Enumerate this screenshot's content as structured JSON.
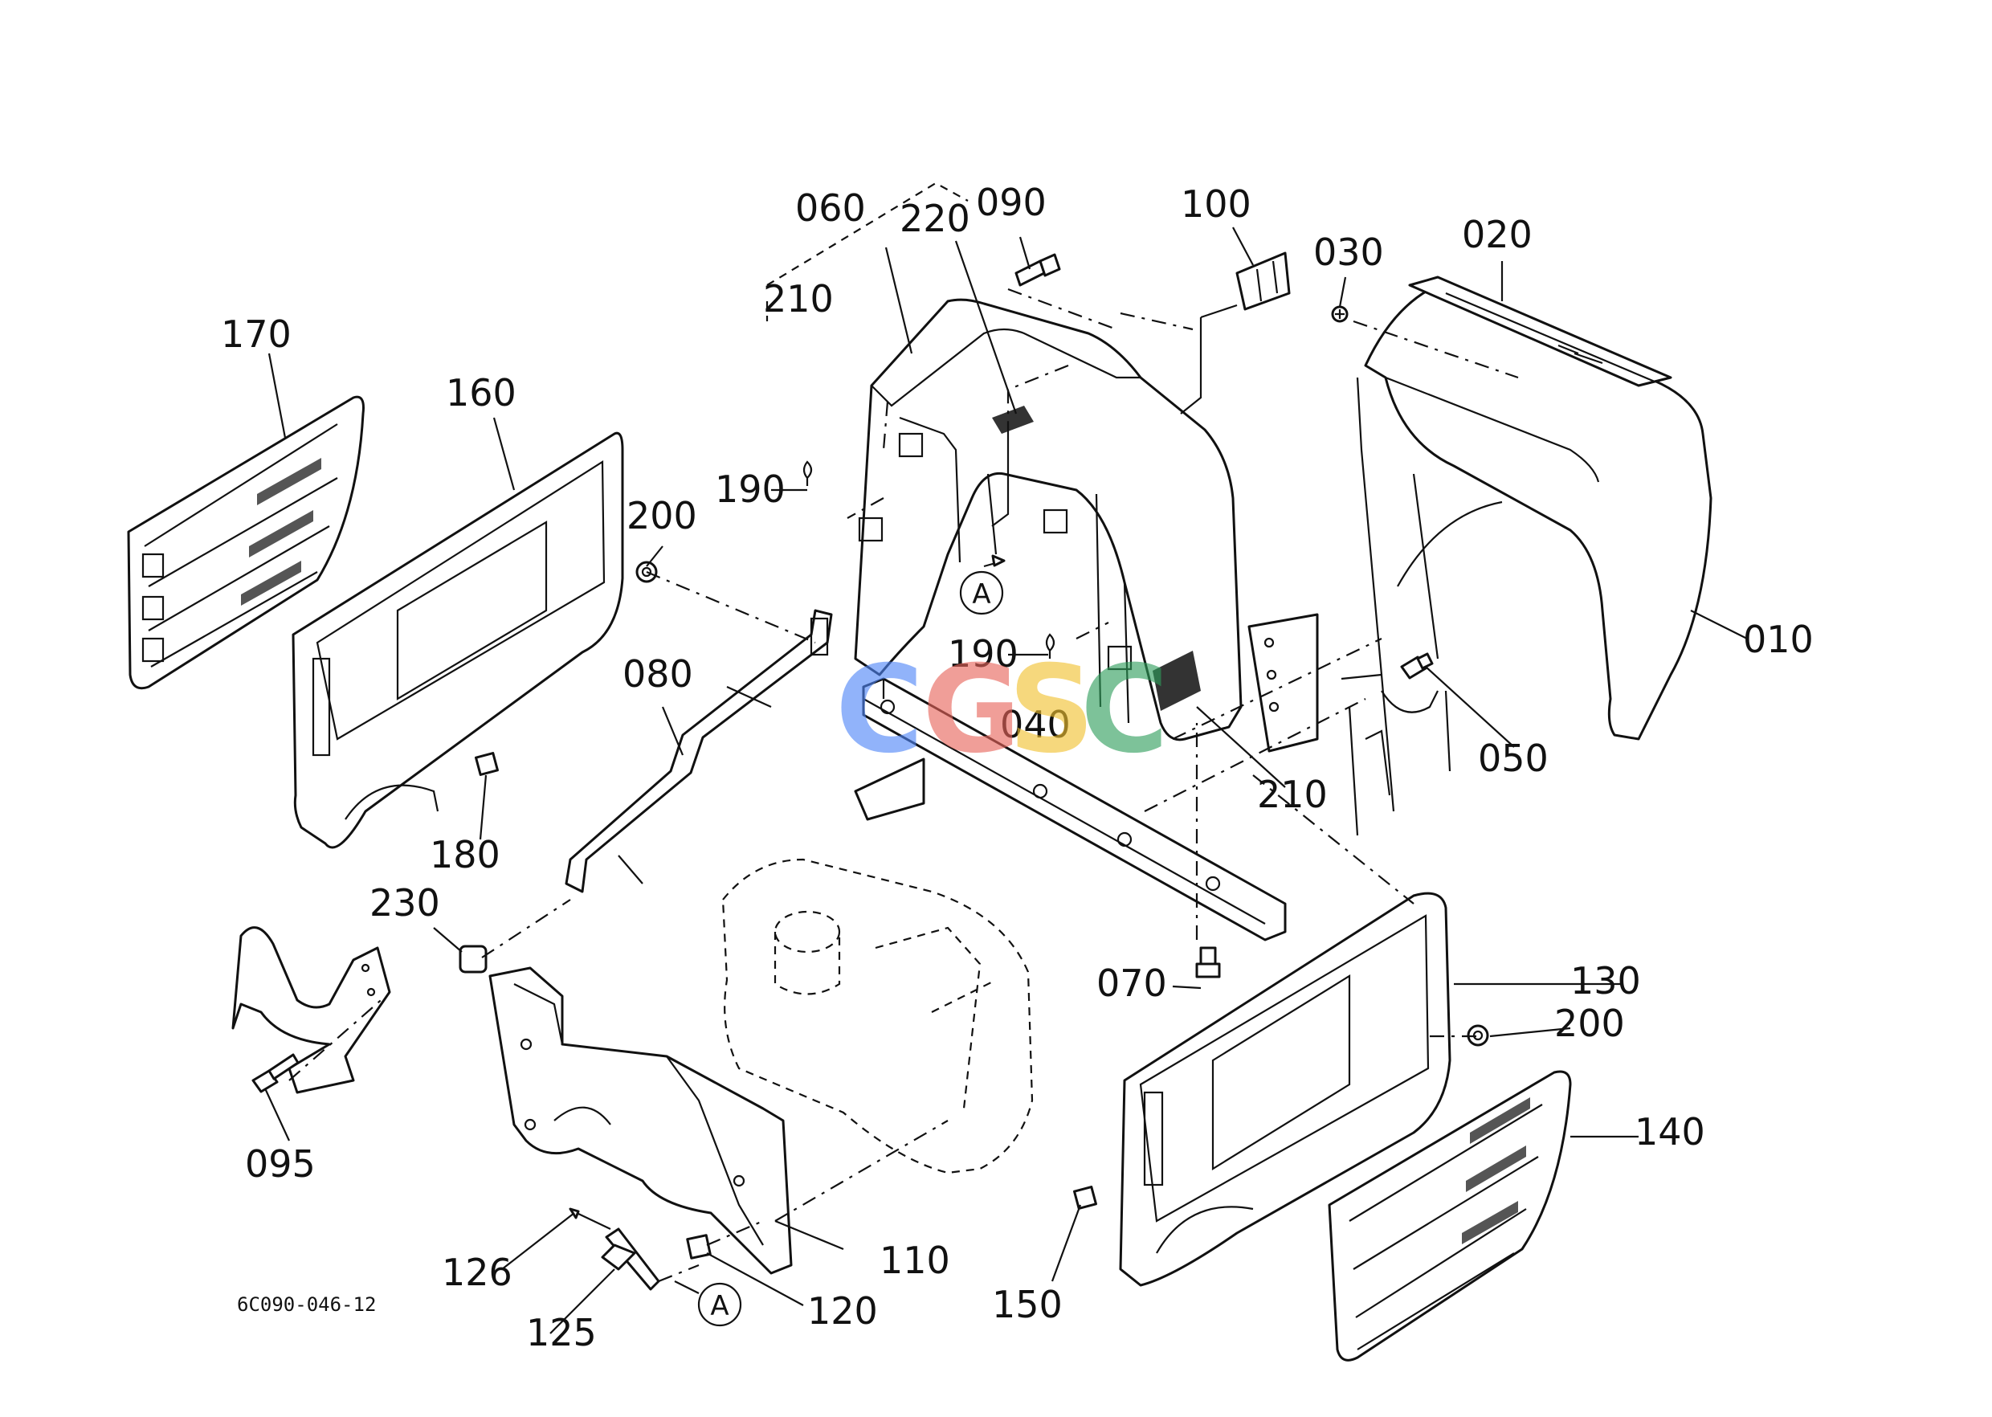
{
  "diagram": {
    "code": "6C090-046-12",
    "reference_marks": [
      "A",
      "A"
    ],
    "part_labels": [
      {
        "id": "p010",
        "text": "010"
      },
      {
        "id": "p020",
        "text": "020"
      },
      {
        "id": "p030",
        "text": "030"
      },
      {
        "id": "p040",
        "text": "040"
      },
      {
        "id": "p050",
        "text": "050"
      },
      {
        "id": "p060",
        "text": "060"
      },
      {
        "id": "p070",
        "text": "070"
      },
      {
        "id": "p080",
        "text": "080"
      },
      {
        "id": "p090",
        "text": "090"
      },
      {
        "id": "p095",
        "text": "095"
      },
      {
        "id": "p100",
        "text": "100"
      },
      {
        "id": "p110",
        "text": "110"
      },
      {
        "id": "p120",
        "text": "120"
      },
      {
        "id": "p125",
        "text": "125"
      },
      {
        "id": "p126",
        "text": "126"
      },
      {
        "id": "p130",
        "text": "130"
      },
      {
        "id": "p140",
        "text": "140"
      },
      {
        "id": "p150",
        "text": "150"
      },
      {
        "id": "p160",
        "text": "160"
      },
      {
        "id": "p170",
        "text": "170"
      },
      {
        "id": "p180",
        "text": "180"
      },
      {
        "id": "p190a",
        "text": "190"
      },
      {
        "id": "p190b",
        "text": "190"
      },
      {
        "id": "p200a",
        "text": "200"
      },
      {
        "id": "p200b",
        "text": "200"
      },
      {
        "id": "p210a",
        "text": "210"
      },
      {
        "id": "p210b",
        "text": "210"
      },
      {
        "id": "p220",
        "text": "220"
      },
      {
        "id": "p230",
        "text": "230"
      }
    ]
  },
  "watermark": {
    "letters": [
      {
        "char": "C",
        "color": "#4f86f7"
      },
      {
        "char": "G",
        "color": "#e8645a"
      },
      {
        "char": "S",
        "color": "#f2c12e"
      },
      {
        "char": "C",
        "color": "#2e9e5b"
      }
    ]
  }
}
